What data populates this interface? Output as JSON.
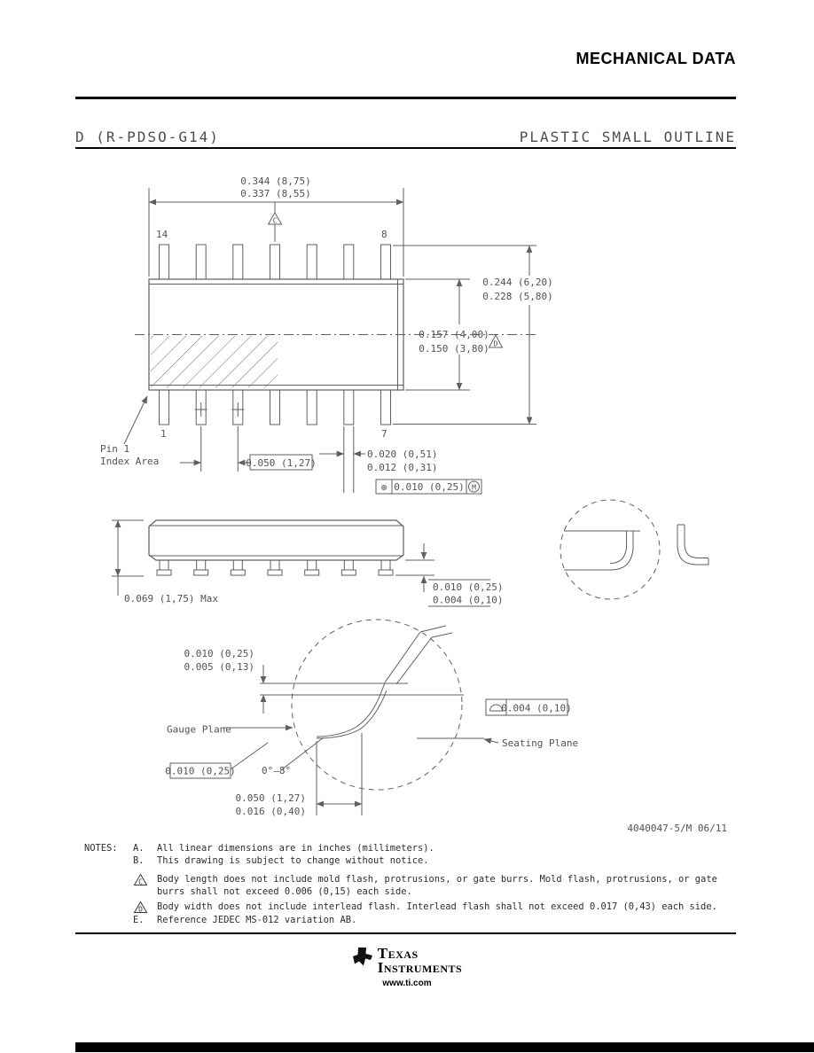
{
  "page": {
    "header_title": "MECHANICAL DATA",
    "pkg_code": "D (R-PDSO-G14)",
    "pkg_type": "PLASTIC SMALL OUTLINE"
  },
  "top_view": {
    "dim_width_max": "0.344 (8,75)",
    "dim_width_min": "0.337 (8,55)",
    "flag_c": "C",
    "pin_14": "14",
    "pin_8": "8",
    "pin_1": "1",
    "pin_7": "7",
    "dim_span_max": "0.244 (6,20)",
    "dim_span_min": "0.228 (5,80)",
    "dim_body_max": "0.157 (4,00)",
    "dim_body_min": "0.150 (3,80)",
    "flag_d": "D",
    "pin1_label_line1": "Pin 1",
    "pin1_label_line2": "Index Area",
    "dim_pitch": "0.050 (1,27)",
    "dim_lead_width_max": "0.020 (0,51)",
    "dim_lead_width_min": "0.012 (0,31)",
    "fcf_symbol": "⊕",
    "fcf_value": "0.010 (0,25)",
    "fcf_modifier": "M"
  },
  "side_view": {
    "dim_height": "0.069 (1,75) Max",
    "dim_standoff_max": "0.010 (0,25)",
    "dim_standoff_min": "0.004 (0,10)"
  },
  "lead_detail": {
    "dim_tip_max": "0.010 (0,25)",
    "dim_tip_min": "0.005 (0,13)",
    "gauge_plane_label": "Gauge Plane",
    "dim_gauge": "0.010 (0,25)",
    "angle_range": "0°–8°",
    "dim_foot_max": "0.050 (1,27)",
    "dim_foot_min": "0.016 (0,40)",
    "seating_plane_label": "Seating Plane",
    "dim_flatness": "0.004 (0,10)"
  },
  "title_block": {
    "doc_number": "4040047-5/M  06/11"
  },
  "notes": {
    "label": "NOTES:",
    "items": [
      {
        "key": "A.",
        "text": "All linear dimensions are in inches (millimeters)."
      },
      {
        "key": "B.",
        "text": "This drawing is subject to change without notice."
      },
      {
        "key": "C",
        "text": "Body length does not include mold flash, protrusions, or gate burrs.  Mold flash, protrusions, or gate burrs shall not exceed 0.006 (0,15) each side."
      },
      {
        "key": "D",
        "text": "Body width does not include interlead flash.  Interlead flash shall not exceed 0.017 (0,43) each side."
      },
      {
        "key": "E.",
        "text": "Reference JEDEC MS-012 variation AB."
      }
    ]
  },
  "footer": {
    "brand_line1": "Texas",
    "brand_line2": "Instruments",
    "url": "www.ti.com"
  }
}
